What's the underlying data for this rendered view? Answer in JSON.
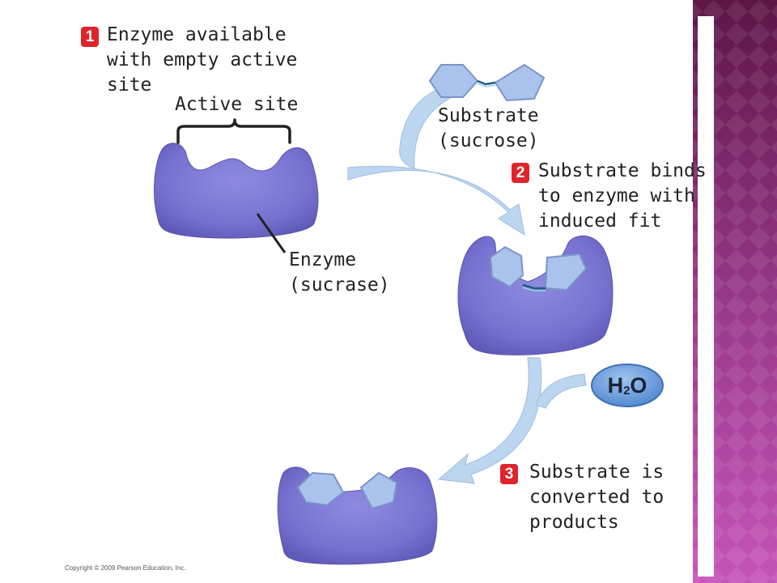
{
  "steps": [
    {
      "number": "1",
      "lines": [
        "Enzyme available",
        "with empty active",
        "site"
      ]
    },
    {
      "number": "2",
      "lines": [
        "Substrate binds",
        "to enzyme with",
        "induced fit"
      ]
    },
    {
      "number": "3",
      "lines": [
        "Substrate is",
        "converted to",
        "products"
      ]
    }
  ],
  "labels": {
    "active_site": "Active site",
    "substrate": [
      "Substrate",
      "(sucrose)"
    ],
    "enzyme": [
      "Enzyme",
      "(sucrase)"
    ],
    "water": {
      "main": "H",
      "sub": "2",
      "tail": "O"
    }
  },
  "copyright": "Copyright © 2009 Pearson Education, Inc.",
  "colors": {
    "enzyme": "#7d78d4",
    "substrate": "#a9c3ec",
    "arrow": "#bcd6f0",
    "badge": "#e0242b",
    "water": "#4e86cf",
    "sidebar_top": "#5d1645",
    "sidebar_bottom": "#c554b8"
  }
}
